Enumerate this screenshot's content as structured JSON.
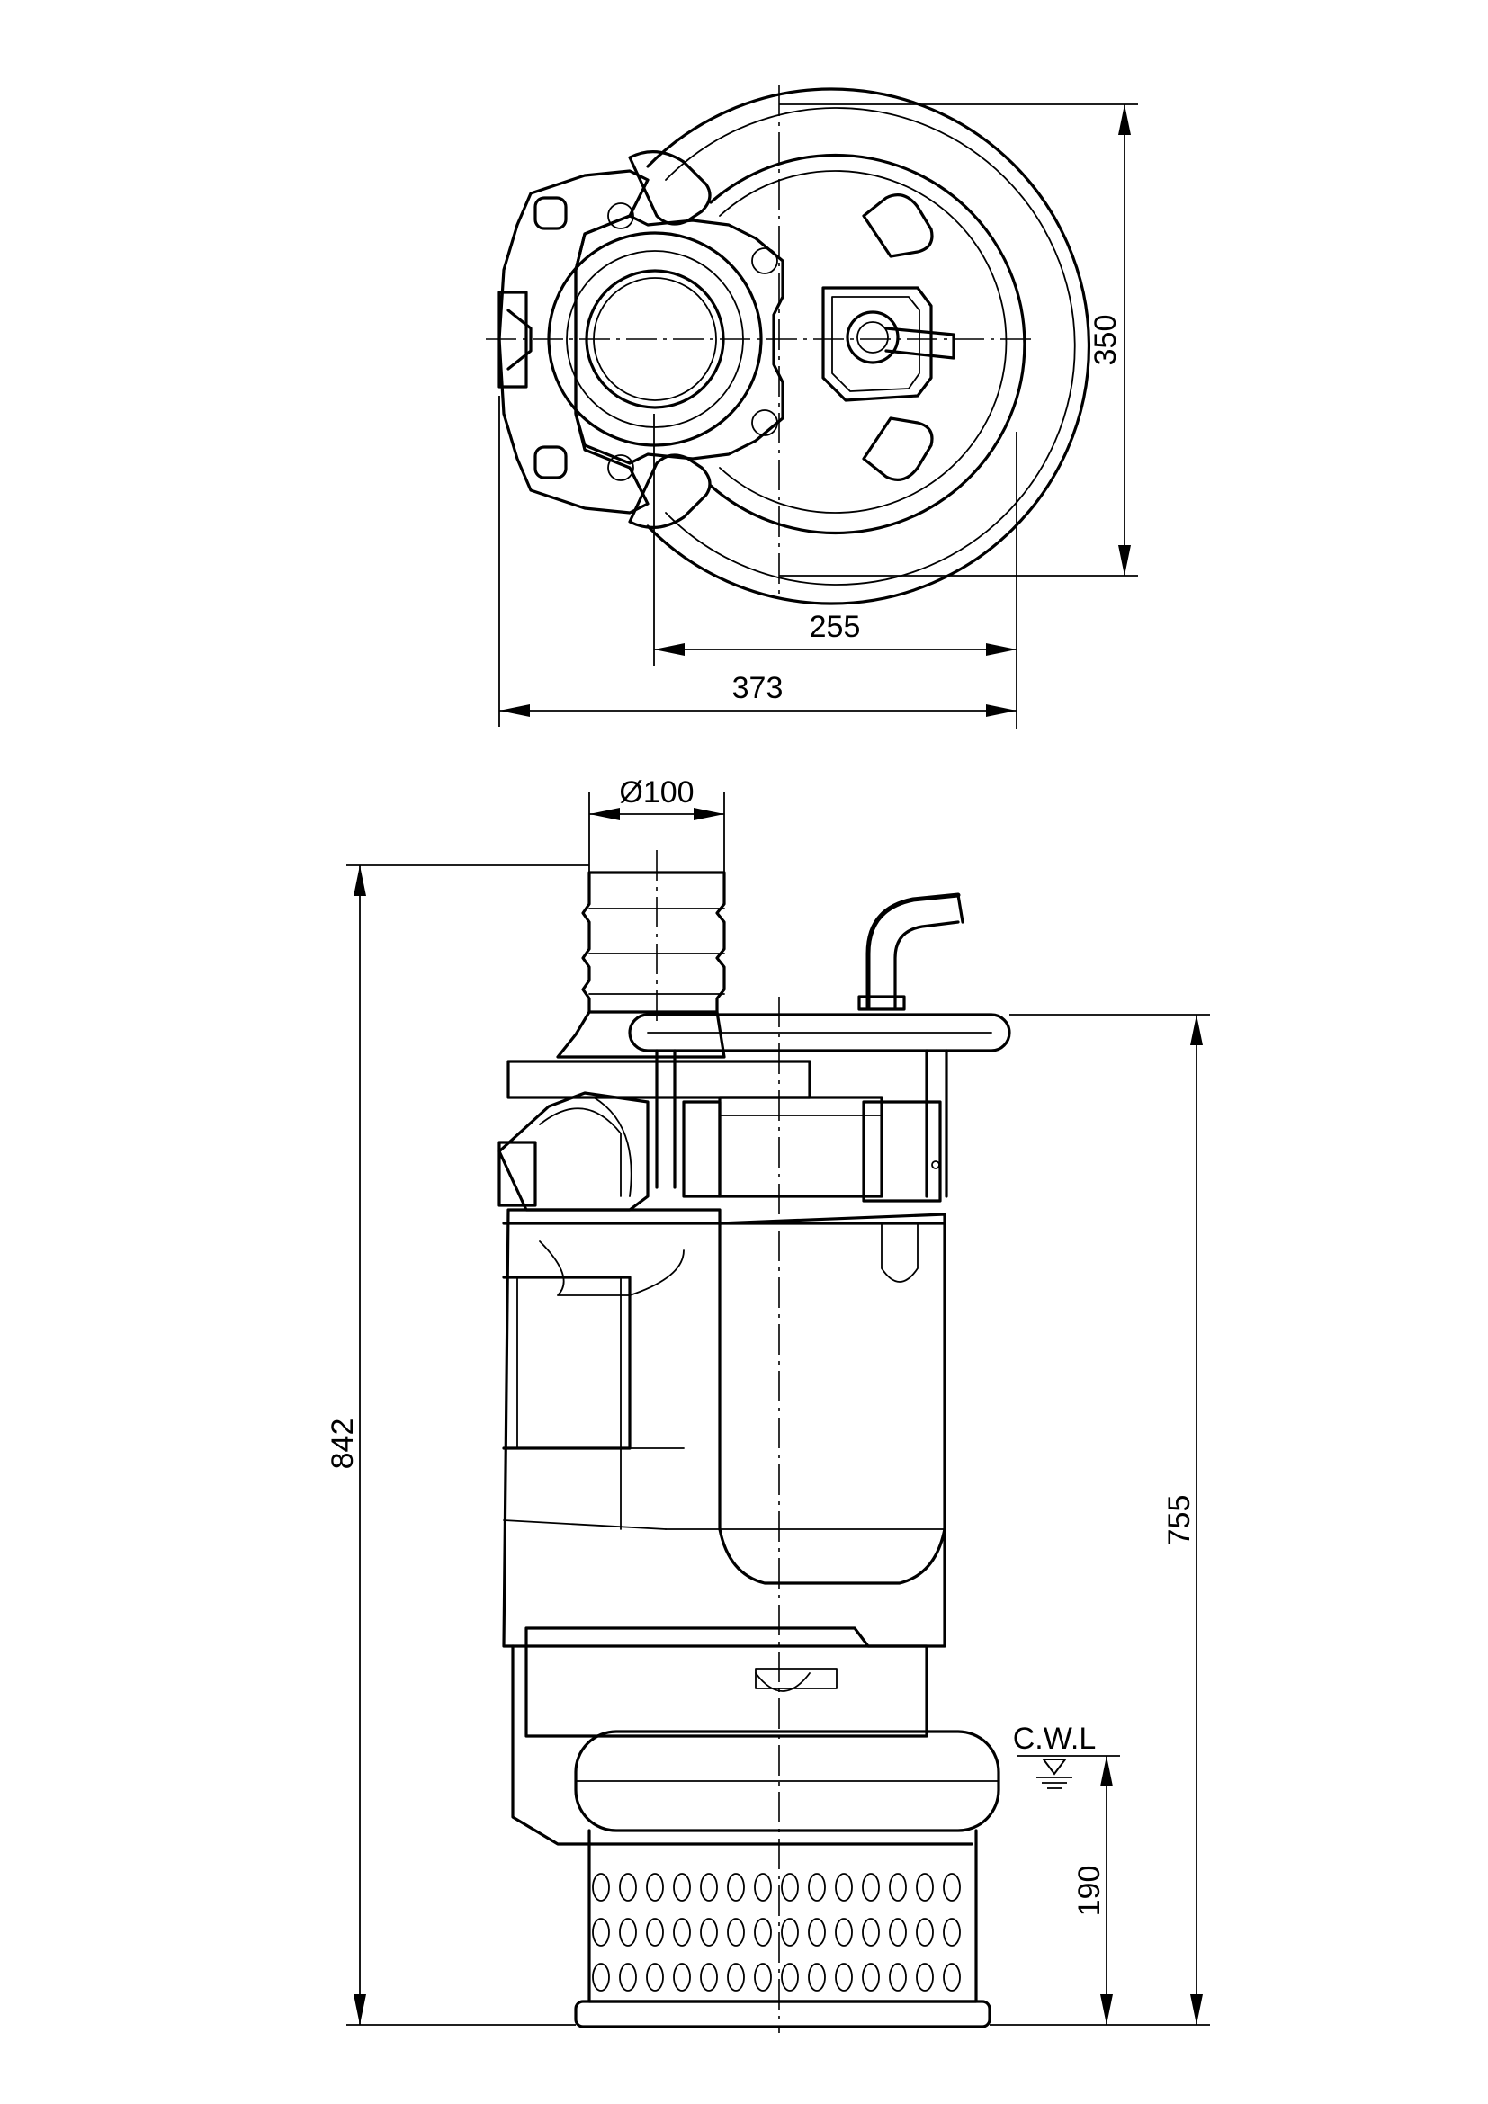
{
  "dimensions": {
    "top_height": "350",
    "inner_width": "255",
    "outer_width": "373",
    "outlet_diameter": "Ø100",
    "total_height": "842",
    "handle_height": "755",
    "cwl_height": "190",
    "cwl_label": "C.W.L"
  }
}
